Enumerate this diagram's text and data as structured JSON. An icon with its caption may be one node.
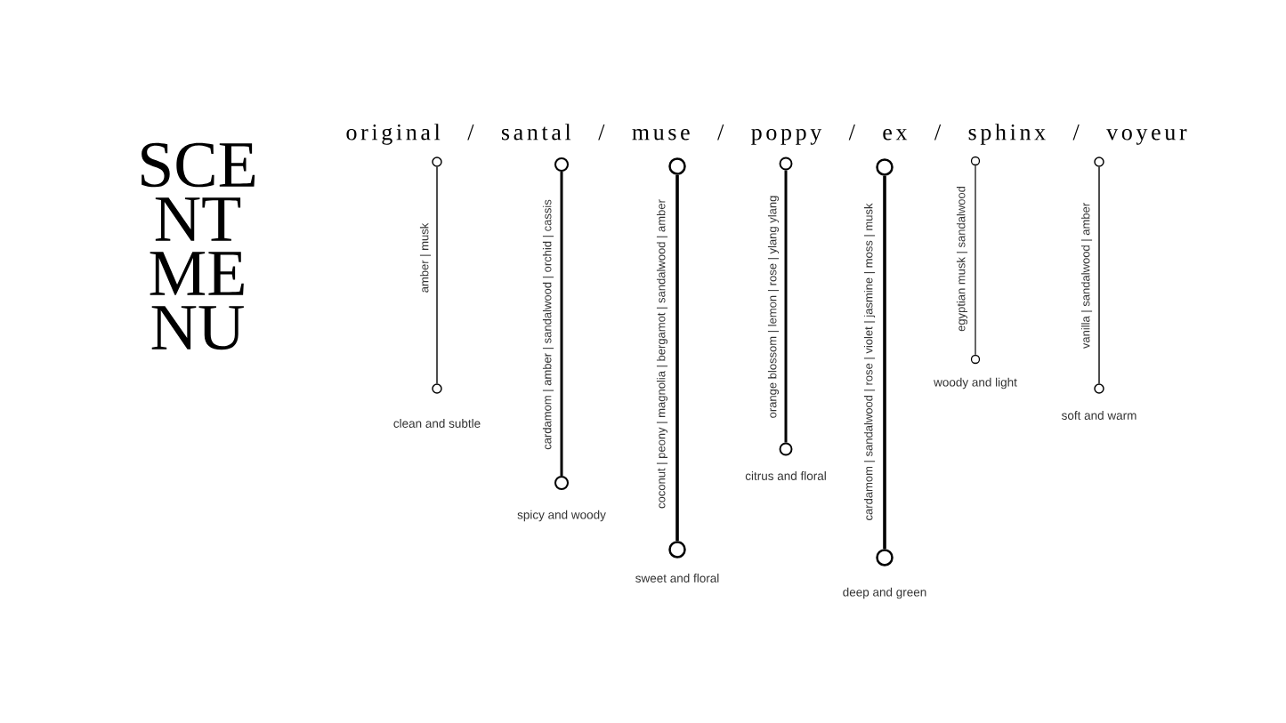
{
  "diagram": {
    "title": "SCE NT ME NU",
    "nodes": [
      {
        "text": [],
        "shape": "circle"
      },
      {
        "text": [],
        "shape": "circle",
        "beside": [
          "clean and subtle"
        ]
      },
      {
        "text": [],
        "shape": "circle"
      },
      {
        "text": [],
        "shape": "circle",
        "beside": [
          "spicy and woody"
        ]
      },
      {
        "text": [],
        "shape": "circle"
      },
      {
        "text": [],
        "shape": "circle",
        "beside": [
          "sweet and floral"
        ]
      },
      {
        "text": [],
        "shape": "circle"
      },
      {
        "text": [],
        "shape": "circle",
        "beside": [
          "citrus and floral"
        ]
      },
      {
        "text": [],
        "shape": "circle"
      },
      {
        "text": [],
        "shape": "circle",
        "beside": [
          "deep and green"
        ]
      },
      {
        "text": [],
        "shape": "circle"
      },
      {
        "text": [],
        "shape": "circle",
        "beside": [
          "woody and light"
        ]
      },
      {
        "text": [],
        "shape": "circle"
      },
      {
        "text": [],
        "shape": "circle",
        "beside": [
          "soft and warm"
        ]
      }
    ],
    "edges": [
      {
        "from": 0,
        "to": 1,
        "arrow": "none",
        "label": "amber | musk"
      },
      {
        "from": 2,
        "to": 3,
        "arrow": "none",
        "label": "cardamom | amber | sandalwood | orchid | cassis"
      },
      {
        "from": 4,
        "to": 5,
        "arrow": "none",
        "label": "coconut | peony | magnolia | bergamot | sandalwood | amber"
      },
      {
        "from": 6,
        "to": 7,
        "arrow": "none",
        "label": "orange blossom | lemon | rose | ylang ylang"
      },
      {
        "from": 8,
        "to": 9,
        "arrow": "none",
        "label": "cardamom | sandalwood | rose | violet | jasmine | moss | musk"
      },
      {
        "from": 10,
        "to": 11,
        "arrow": "none",
        "label": "egyptian musk | sandalwood"
      },
      {
        "from": 12,
        "to": 13,
        "arrow": "none",
        "label": "vanilla | sandalwood | amber"
      }
    ],
    "labels": [
      "original / santal / muse / poppy / ex / sphinx / voyeur"
    ]
  }
}
